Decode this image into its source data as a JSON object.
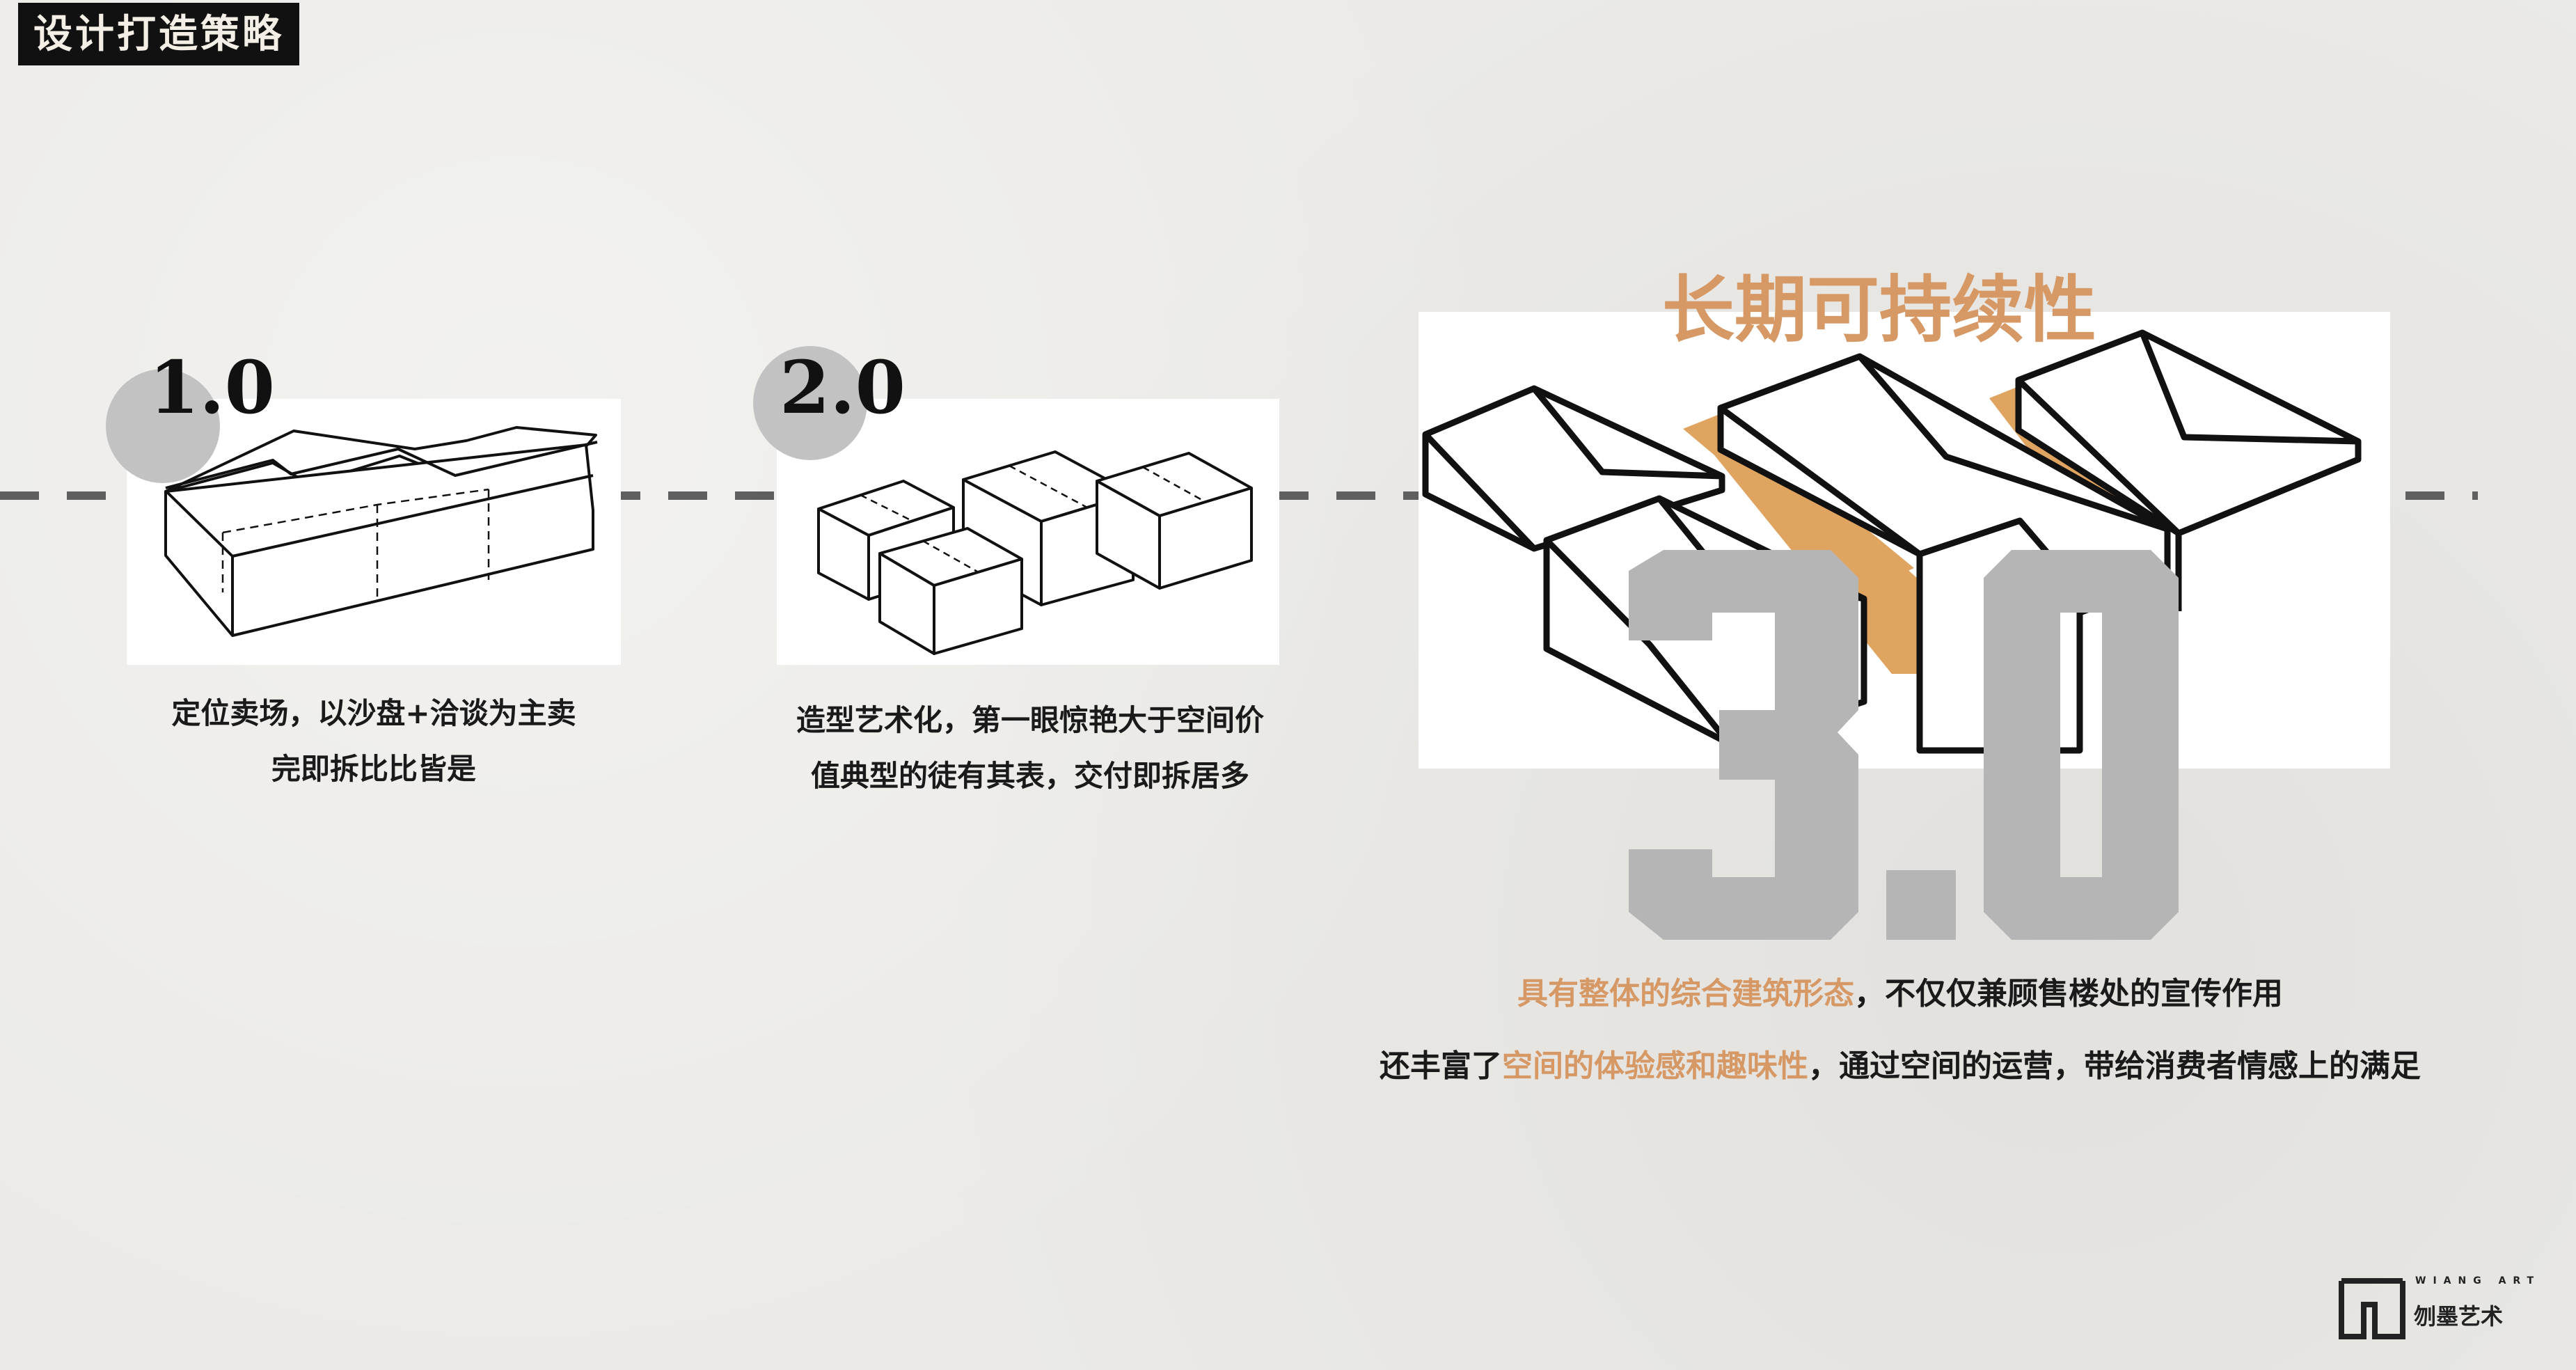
{
  "page": {
    "title": "设计打造策略",
    "background_color": "#ebeae7",
    "accent_color": "#d69966"
  },
  "stages": [
    {
      "number": "1.0",
      "caption_lines": [
        "定位卖场，以沙盘+洽谈为主卖",
        "完即拆比比皆是"
      ]
    },
    {
      "number": "2.0",
      "caption_lines": [
        "造型艺术化，第一眼惊艳大于空间价",
        "值典型的徒有其表，交付即拆居多"
      ]
    },
    {
      "number": "3.0",
      "headline": "长期可持续性",
      "caption_line1": {
        "highlight": "具有整体的综合建筑形态",
        "rest": "，不仅仅兼顾售楼处的宣传作用"
      },
      "caption_line2": {
        "prefix": "还丰富了",
        "highlight": "空间的体验感和趣味性",
        "rest": "，通过空间的运营，带给消费者情感上的满足"
      }
    }
  ],
  "logo": {
    "text": "刎墨艺术",
    "en": "WIANG ART"
  }
}
